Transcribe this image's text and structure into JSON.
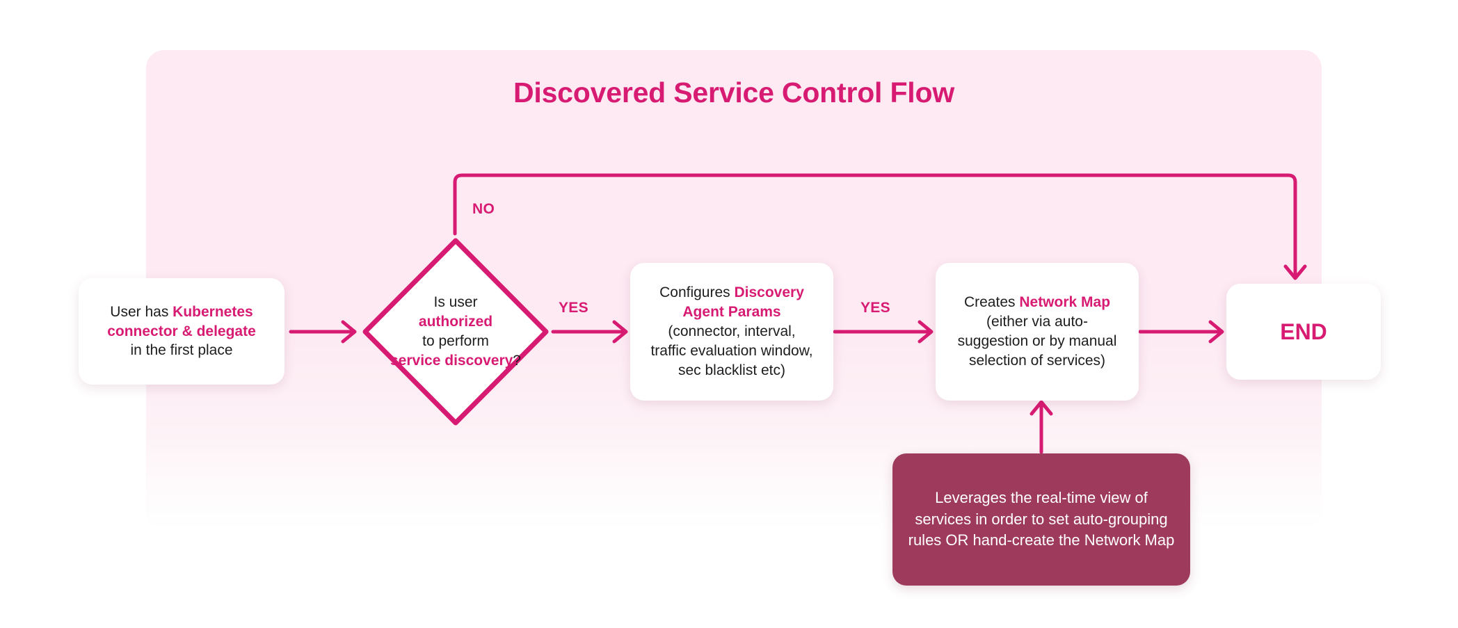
{
  "diagram": {
    "title": "Discovered Service Control Flow",
    "type": "flowchart",
    "colors": {
      "panel_background": "#fdeaf3",
      "accent": "#d81b72",
      "note_background": "#9e3a5c",
      "node_background": "#ffffff",
      "body_text": "#1d1d1f"
    }
  },
  "nodes": {
    "start": {
      "shape": "rounded-rect",
      "line1_plain": "User has ",
      "line1_highlight": "Kubernetes",
      "line2_highlight": "connector & delegate",
      "line3_plain": "in the first place"
    },
    "decision": {
      "shape": "diamond",
      "line1_plain": "Is user",
      "line2_highlight": "authorized",
      "line3_plain": "to perform",
      "line4_highlight": "service discovery",
      "line4_suffix": "?"
    },
    "params": {
      "shape": "rounded-rect",
      "line1_plain": "Configures ",
      "line1_highlight": "Discovery",
      "line2_highlight": "Agent Params",
      "line3_plain": "(connector, interval,",
      "line4_plain": "traffic evaluation window,",
      "line5_plain": "sec blacklist etc)"
    },
    "network_map": {
      "shape": "rounded-rect",
      "line1_plain": "Creates ",
      "line1_highlight": "Network Map",
      "line2_plain": "(either via auto-",
      "line3_plain": "suggestion or by manual",
      "line4_plain": "selection of services)"
    },
    "end": {
      "shape": "rounded-rect",
      "label": "END"
    },
    "note": {
      "shape": "rounded-rect",
      "text": "Leverages the real-time view of services in order to set auto-grouping rules OR hand-create the Network Map"
    }
  },
  "edges": {
    "start_to_decision": {
      "label": ""
    },
    "decision_no": {
      "label": "NO"
    },
    "decision_yes": {
      "label": "YES"
    },
    "params_to_netmap": {
      "label": "YES"
    },
    "netmap_to_end": {
      "label": ""
    },
    "note_to_netmap": {
      "label": ""
    }
  }
}
